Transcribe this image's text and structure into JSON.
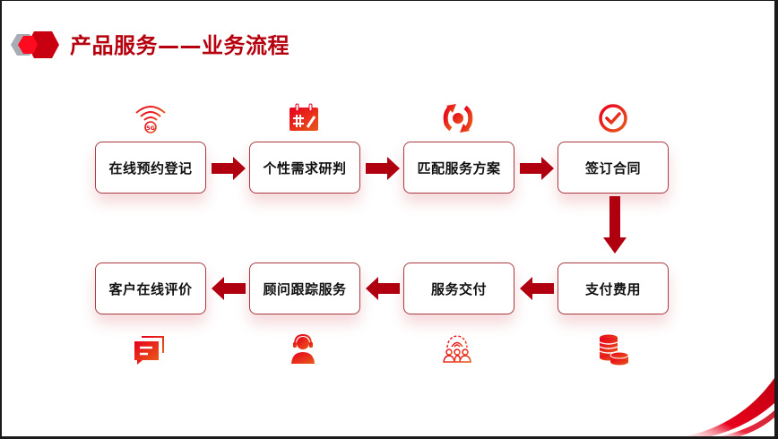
{
  "header": {
    "title": "产品服务——业务流程",
    "logo_icon": "hexagon-logo-icon"
  },
  "colors": {
    "accent": "#b5000e",
    "arrow": "#b00010",
    "box_border": "#a83a40",
    "icon_gradient_start": "#e8001c",
    "icon_gradient_end": "#e85a1a",
    "logo_grey": "#a8adb5",
    "logo_red_light": "#ff0a1e",
    "logo_red_dark": "#c80010"
  },
  "flow": {
    "steps": [
      {
        "label": "在线预约登记",
        "icon": "wifi-5g-icon"
      },
      {
        "label": "个性需求研判",
        "icon": "calendar-edit-icon"
      },
      {
        "label": "匹配服务方案",
        "icon": "refresh-cycle-icon"
      },
      {
        "label": "签订合同",
        "icon": "check-circle-icon"
      },
      {
        "label": "支付费用",
        "icon": "coins-stack-icon"
      },
      {
        "label": "服务交付",
        "icon": "team-gear-icon"
      },
      {
        "label": "顾问跟踪服务",
        "icon": "headset-user-icon"
      },
      {
        "label": "客户在线评价",
        "icon": "chat-bubbles-icon"
      }
    ]
  }
}
